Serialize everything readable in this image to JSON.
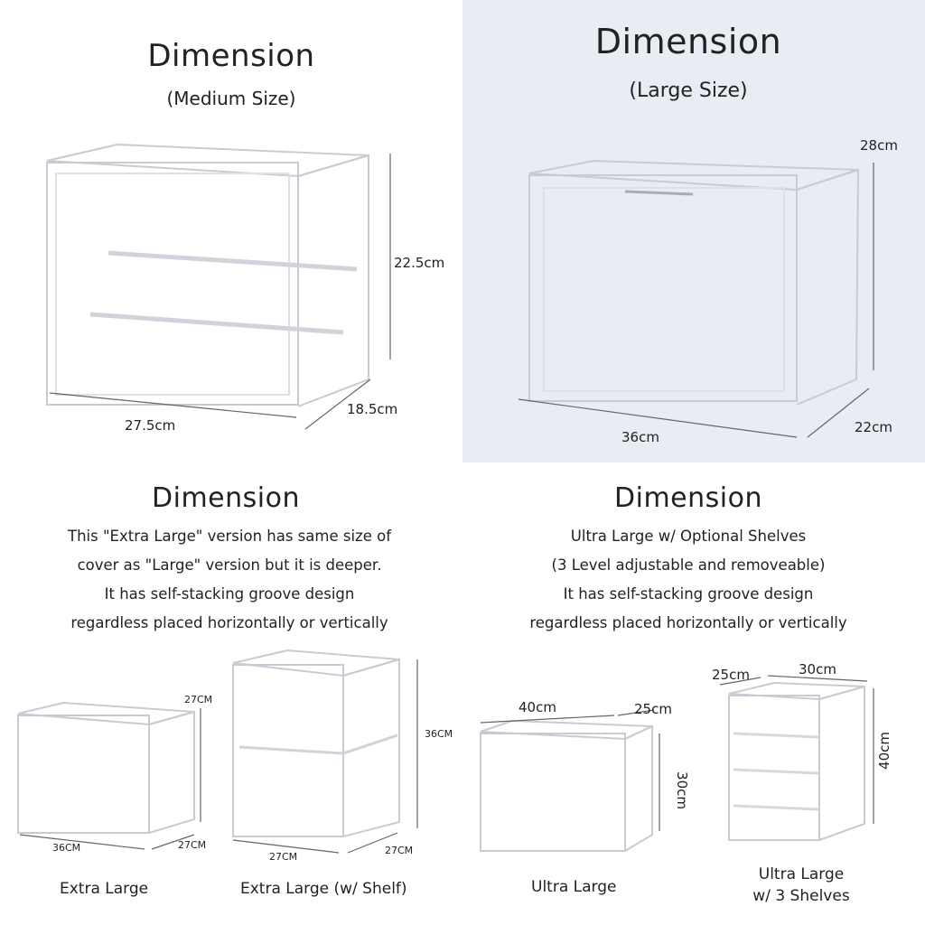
{
  "medium": {
    "title": "Dimension",
    "subtitle": "(Medium Size)",
    "height": "22.5cm",
    "width": "27.5cm",
    "depth": "18.5cm"
  },
  "large": {
    "title": "Dimension",
    "subtitle": "(Large Size)",
    "height": "28cm",
    "width": "36cm",
    "depth": "22cm"
  },
  "extra_large": {
    "title": "Dimension",
    "lines": [
      "This \"Extra Large\" version has same size of",
      "cover as \"Large\" version but it is deeper.",
      "It has self-stacking groove design",
      "regardless placed horizontally or vertically"
    ],
    "products": [
      {
        "name": "Extra Large",
        "height": "27CM",
        "width": "36CM",
        "depth": "27CM"
      },
      {
        "name": "Extra Large (w/ Shelf)",
        "height": "36CM",
        "width": "27CM",
        "depth": "27CM"
      }
    ]
  },
  "ultra_large": {
    "title": "Dimension",
    "lines": [
      "Ultra Large w/ Optional Shelves",
      "(3 Level adjustable and removeable)",
      "It has self-stacking groove design",
      "regardless placed horizontally or vertically"
    ],
    "products": [
      {
        "name": "Ultra Large",
        "width": "40cm",
        "depth": "25cm",
        "height": "30cm"
      },
      {
        "name": "Ultra Large",
        "name2": "w/ 3 Shelves",
        "depth": "25cm",
        "width": "30cm",
        "height": "40cm"
      }
    ]
  }
}
